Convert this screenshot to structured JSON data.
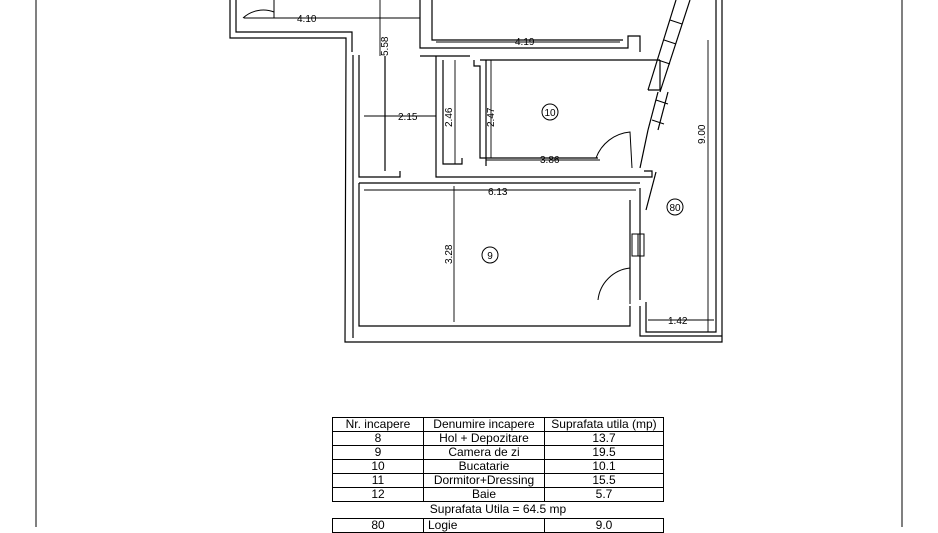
{
  "dimensions": {
    "d_4_10": "4.10",
    "d_5_58": "5.58",
    "d_4_19": "4.19",
    "d_2_15": "2.15",
    "d_2_46": "2.46",
    "d_2_47": "2.47",
    "d_3_86": "3.86",
    "d_9_00": "9.00",
    "d_6_13": "6.13",
    "d_3_28": "3.28",
    "d_1_42": "1.42"
  },
  "room_markers": {
    "r10": "10",
    "r9": "9",
    "r80": "80"
  },
  "table": {
    "headers": [
      "Nr. incapere",
      "Denumire incapere",
      "Suprafata utila (mp)"
    ],
    "rows": [
      {
        "nr": "8",
        "name": "Hol + Depozitare",
        "area": "13.7"
      },
      {
        "nr": "9",
        "name": "Camera de zi",
        "area": "19.5"
      },
      {
        "nr": "10",
        "name": "Bucatarie",
        "area": "10.1"
      },
      {
        "nr": "11",
        "name": "Dormitor+Dressing",
        "area": "15.5"
      },
      {
        "nr": "12",
        "name": "Baie",
        "area": "5.7"
      }
    ],
    "total": "Suprafata Utila = 64.5 mp",
    "extra_row": {
      "nr": "80",
      "name": "Logie",
      "area": "9.0"
    }
  }
}
